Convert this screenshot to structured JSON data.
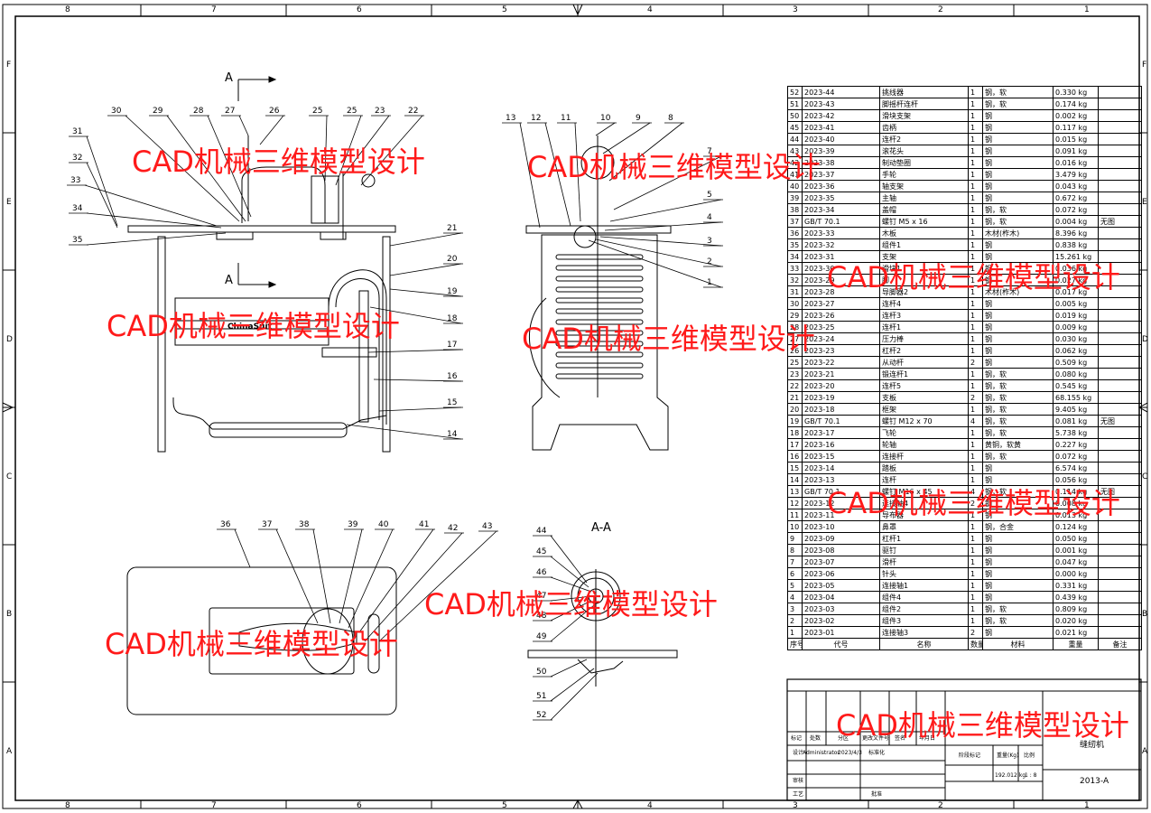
{
  "drawing": {
    "title": "缝纫机",
    "drawing_no": "2013-A",
    "designer": "Administrator",
    "date": "2023/4/3",
    "mass": "192.012 kg",
    "scale": "1 : 8",
    "brand_label": "ChinaSuit",
    "view_label_a": "A",
    "section_label": "A-A"
  },
  "watermark": "CAD机械三维模型设计",
  "zones": {
    "columns": [
      "8",
      "7",
      "6",
      "5",
      "4",
      "3",
      "2",
      "1"
    ],
    "rows": [
      "F",
      "E",
      "D",
      "C",
      "B",
      "A"
    ]
  },
  "title_block": {
    "mark": "标记",
    "count": "处数",
    "zone": "分区",
    "change_doc": "更改文件号",
    "sign": "签名",
    "ymd": "年月日",
    "design": "设计",
    "standardize": "标准化",
    "stage_mark": "阶段标记",
    "weight": "重量(Kg)",
    "ratio": "比例",
    "review": "审核",
    "process": "工艺",
    "approve": "批准"
  },
  "bom_header": [
    "序号",
    "代号",
    "名称",
    "数量",
    "材料",
    "重量",
    "备注"
  ],
  "bom": [
    [
      "52",
      "2023-44",
      "挑线器",
      "1",
      "钢，软",
      "0.330 kg",
      ""
    ],
    [
      "51",
      "2023-43",
      "脚摇杆连杆",
      "1",
      "钢，软",
      "0.174 kg",
      ""
    ],
    [
      "50",
      "2023-42",
      "滑块支架",
      "1",
      "钢",
      "0.002 kg",
      ""
    ],
    [
      "45",
      "2023-41",
      "齿柄",
      "1",
      "钢",
      "0.117 kg",
      ""
    ],
    [
      "44",
      "2023-40",
      "连杆2",
      "1",
      "钢",
      "0.015 kg",
      ""
    ],
    [
      "43",
      "2023-39",
      "滚花头",
      "1",
      "钢",
      "0.091 kg",
      ""
    ],
    [
      "42",
      "2023-38",
      "制动垫圈",
      "1",
      "钢",
      "0.016 kg",
      ""
    ],
    [
      "41",
      "2023-37",
      "手轮",
      "1",
      "钢",
      "3.479 kg",
      ""
    ],
    [
      "40",
      "2023-36",
      "轴支架",
      "1",
      "钢",
      "0.043 kg",
      ""
    ],
    [
      "39",
      "2023-35",
      "主轴",
      "1",
      "钢",
      "0.672 kg",
      ""
    ],
    [
      "38",
      "2023-34",
      "盖帽",
      "1",
      "钢，软",
      "0.072 kg",
      ""
    ],
    [
      "37",
      "GB/T 70.1",
      "螺钉  M5 x 16",
      "1",
      "钢，软",
      "0.004 kg",
      "无图"
    ],
    [
      "36",
      "2023-33",
      "木板",
      "1",
      "木材(柞木)",
      "8.396 kg",
      ""
    ],
    [
      "35",
      "2023-32",
      "组件1",
      "1",
      "钢",
      "0.838 kg",
      ""
    ],
    [
      "34",
      "2023-31",
      "支架",
      "1",
      "钢",
      "15.261 kg",
      ""
    ],
    [
      "33",
      "2023-30",
      "滑块1",
      "1",
      "钢",
      "0.036 kg",
      ""
    ],
    [
      "32",
      "2023-29",
      "脚",
      "1",
      "钢",
      "0.027 kg",
      ""
    ],
    [
      "31",
      "2023-28",
      "导脚器2",
      "1",
      "木材(柞木)",
      "0.017 kg",
      ""
    ],
    [
      "30",
      "2023-27",
      "连杆4",
      "1",
      "钢",
      "0.005 kg",
      ""
    ],
    [
      "29",
      "2023-26",
      "连杆3",
      "1",
      "钢",
      "0.019 kg",
      ""
    ],
    [
      "28",
      "2023-25",
      "连杆1",
      "1",
      "钢",
      "0.009 kg",
      ""
    ],
    [
      "27",
      "2023-24",
      "压力棒",
      "1",
      "钢",
      "0.030 kg",
      ""
    ],
    [
      "26",
      "2023-23",
      "杠杆2",
      "1",
      "钢",
      "0.062 kg",
      ""
    ],
    [
      "25",
      "2023-22",
      "从动杆",
      "2",
      "钢",
      "0.509 kg",
      ""
    ],
    [
      "23",
      "2023-21",
      "锻连杆1",
      "1",
      "钢，软",
      "0.080 kg",
      ""
    ],
    [
      "22",
      "2023-20",
      "连杆5",
      "1",
      "钢，软",
      "0.545 kg",
      ""
    ],
    [
      "21",
      "2023-19",
      "支板",
      "2",
      "钢，软",
      "68.155 kg",
      ""
    ],
    [
      "20",
      "2023-18",
      "框架",
      "1",
      "钢，软",
      "9.405 kg",
      ""
    ],
    [
      "19",
      "GB/T 70.1",
      "螺钉  M12 x 70",
      "4",
      "钢，软",
      "0.081 kg",
      "无图"
    ],
    [
      "18",
      "2023-17",
      "飞轮",
      "1",
      "钢，软",
      "5.738 kg",
      ""
    ],
    [
      "17",
      "2023-16",
      "轮轴",
      "1",
      "黄铜，软黄",
      "0.227 kg",
      ""
    ],
    [
      "16",
      "2023-15",
      "连接杆",
      "1",
      "钢，软",
      "0.072 kg",
      ""
    ],
    [
      "15",
      "2023-14",
      "踏板",
      "1",
      "钢",
      "6.574 kg",
      ""
    ],
    [
      "14",
      "2023-13",
      "连杆",
      "1",
      "钢",
      "0.056 kg",
      ""
    ],
    [
      "13",
      "GB/T 70.1",
      "螺钉  M16 x 45",
      "4",
      "钢，软",
      "0.114 kg",
      "无图"
    ],
    [
      "12",
      "2023-12",
      "连接轴4",
      "2",
      "钢",
      "0.008 kg",
      ""
    ],
    [
      "11",
      "2023-11",
      "导布器",
      "1",
      "钢",
      "0.013 kg",
      ""
    ],
    [
      "10",
      "2023-10",
      "鼻罩",
      "1",
      "钢，合金",
      "0.124 kg",
      ""
    ],
    [
      "9",
      "2023-09",
      "杠杆1",
      "1",
      "钢",
      "0.050 kg",
      ""
    ],
    [
      "8",
      "2023-08",
      "驱钉",
      "1",
      "钢",
      "0.001 kg",
      ""
    ],
    [
      "7",
      "2023-07",
      "滑杆",
      "1",
      "钢",
      "0.047 kg",
      ""
    ],
    [
      "6",
      "2023-06",
      "针头",
      "1",
      "钢",
      "0.000 kg",
      ""
    ],
    [
      "5",
      "2023-05",
      "连接轴1",
      "1",
      "钢",
      "0.331 kg",
      ""
    ],
    [
      "4",
      "2023-04",
      "组件4",
      "1",
      "钢",
      "0.439 kg",
      ""
    ],
    [
      "3",
      "2023-03",
      "组件2",
      "1",
      "钢，软",
      "0.809 kg",
      ""
    ],
    [
      "2",
      "2023-02",
      "组件3",
      "1",
      "钢，软",
      "0.020 kg",
      ""
    ],
    [
      "1",
      "2023-01",
      "连接轴3",
      "2",
      "钢",
      "0.021 kg",
      ""
    ]
  ],
  "balloons": {
    "front": [
      "31",
      "32",
      "33",
      "34",
      "35",
      "30",
      "29",
      "28",
      "27",
      "26",
      "25",
      "25",
      "23",
      "22",
      "21",
      "20",
      "19",
      "18",
      "17",
      "16",
      "15",
      "14"
    ],
    "side": [
      "13",
      "12",
      "11",
      "10",
      "9",
      "8",
      "7",
      "5",
      "4",
      "3",
      "2",
      "1"
    ],
    "top": [
      "36",
      "37",
      "38",
      "39",
      "40",
      "41",
      "42",
      "43"
    ],
    "section": [
      "44",
      "45",
      "46",
      "47",
      "48",
      "49",
      "50",
      "51",
      "52"
    ]
  }
}
